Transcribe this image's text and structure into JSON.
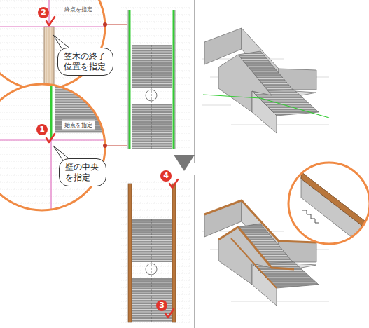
{
  "diagram": {
    "nodes": [
      {
        "text": [
          "笠木の終了位置を指定"
        ]
      },
      {
        "text": [
          "壁の中央を指定"
        ]
      }
    ],
    "labels": [
      "2",
      "終点を指定",
      "1",
      "始点を指定",
      "4",
      "3"
    ]
  }
}
